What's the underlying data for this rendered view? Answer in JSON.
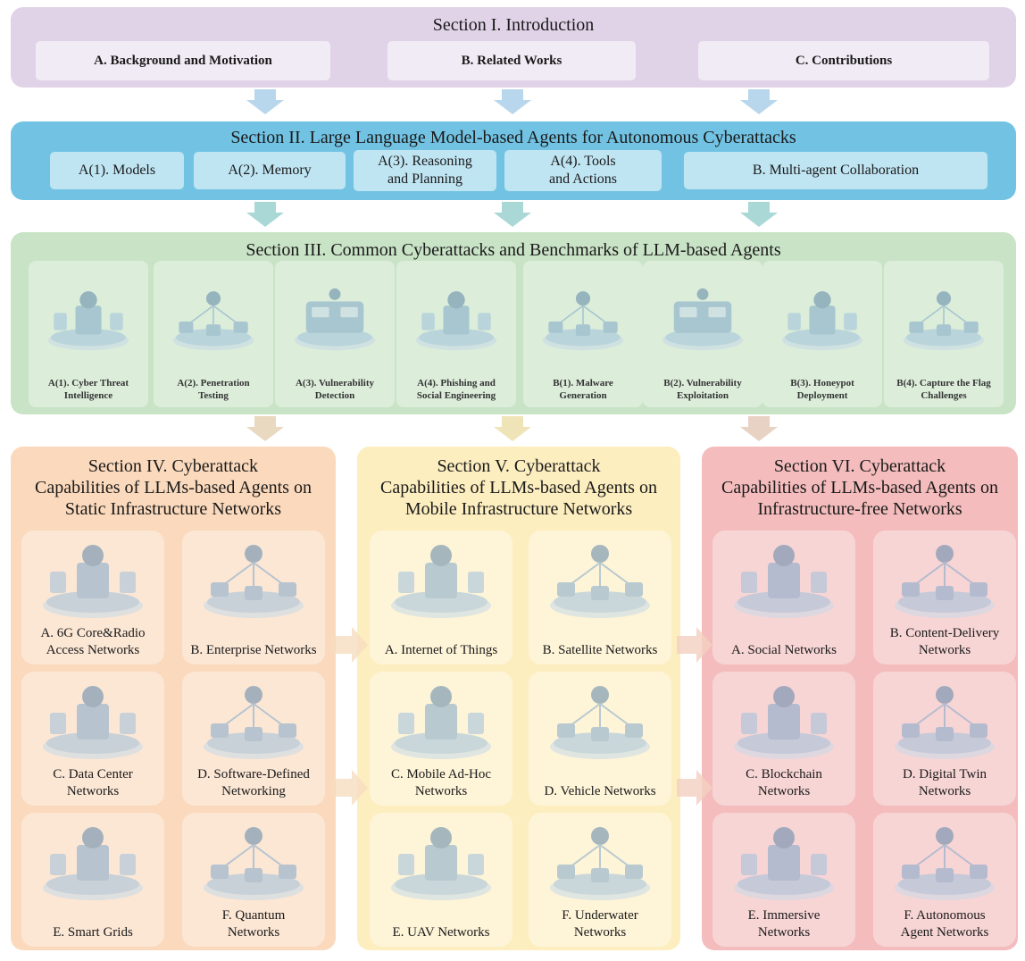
{
  "section1": {
    "title": "Section I. Introduction",
    "items": [
      "A. Background and Motivation",
      "B. Related Works",
      "C. Contributions"
    ]
  },
  "section2": {
    "title": "Section II. Large Language Model-based Agents for Autonomous Cyberattacks",
    "items": [
      "A(1). Models",
      "A(2). Memory",
      "A(3). Reasoning\nand Planning",
      "A(4). Tools\nand Actions",
      "B. Multi-agent Collaboration"
    ]
  },
  "section3": {
    "title": "Section III. Common Cyberattacks and Benchmarks of LLM-based Agents",
    "items": [
      {
        "label": "A(1). Cyber Threat\nIntelligence",
        "icon": "robot-intel-icon"
      },
      {
        "label": "A(2). Penetration\nTesting",
        "icon": "laptop-bug-icon"
      },
      {
        "label": "A(3). Vulnerability\nDetection",
        "icon": "shield-magnifier-icon"
      },
      {
        "label": "A(4). Phishing and\nSocial Engineering",
        "icon": "phishing-people-icon"
      },
      {
        "label": "B(1). Malware\nGeneration",
        "icon": "malware-robot-icon"
      },
      {
        "label": "B(2). Vulnerability\nExploitation",
        "icon": "exploit-arrows-icon"
      },
      {
        "label": "B(3). Honeypot\nDeployment",
        "icon": "honeypot-database-icon"
      },
      {
        "label": "B(4). Capture the Flag\nChallenges",
        "icon": "ctf-flag-icon"
      }
    ]
  },
  "section4": {
    "title": "Section IV. Cyberattack\nCapabilities of LLMs-based Agents on\nStatic Infrastructure Networks",
    "cards": [
      {
        "label": "A. 6G Core&Radio\nAccess Networks",
        "icon": "radio-tower-icon"
      },
      {
        "label": "B. Enterprise Networks",
        "icon": "enterprise-network-icon"
      },
      {
        "label": "C. Data Center\nNetworks",
        "icon": "data-center-icon"
      },
      {
        "label": "D. Software-Defined\nNetworking",
        "icon": "sdn-network-icon"
      },
      {
        "label": "E. Smart Grids",
        "icon": "power-grid-icon"
      },
      {
        "label": "F. Quantum\nNetworks",
        "icon": "quantum-network-icon"
      }
    ]
  },
  "section5": {
    "title": "Section V. Cyberattack\nCapabilities of LLMs-based Agents on\nMobile Infrastructure Networks",
    "cards": [
      {
        "label": "A. Internet of Things",
        "icon": "iot-cloud-icon"
      },
      {
        "label": "B. Satellite Networks",
        "icon": "satellite-icon"
      },
      {
        "label": "C. Mobile Ad-Hoc\nNetworks",
        "icon": "mobile-adhoc-icon"
      },
      {
        "label": "D. Vehicle Networks",
        "icon": "vehicle-icon"
      },
      {
        "label": "E. UAV Networks",
        "icon": "drone-icon"
      },
      {
        "label": "F. Underwater\nNetworks",
        "icon": "underwater-icon"
      }
    ]
  },
  "section6": {
    "title": "Section VI. Cyberattack\nCapabilities of LLMs-based Agents on\nInfrastructure-free Networks",
    "cards": [
      {
        "label": "A. Social Networks",
        "icon": "social-network-icon"
      },
      {
        "label": "B. Content-Delivery\nNetworks",
        "icon": "cdn-cloud-icon"
      },
      {
        "label": "C. Blockchain\nNetworks",
        "icon": "blockchain-icon"
      },
      {
        "label": "D. Digital Twin\nNetworks",
        "icon": "digital-twin-icon"
      },
      {
        "label": "E. Immersive\nNetworks",
        "icon": "vr-headset-icon"
      },
      {
        "label": "F. Autonomous\nAgent Networks",
        "icon": "agent-network-icon"
      }
    ]
  },
  "colors": {
    "section1_bg": "#e0d3e8",
    "section2_bg": "#72c3e3",
    "section3_bg": "#c9e3c6",
    "section4_bg": "#fbd9bc",
    "section5_bg": "#fdeec0",
    "section6_bg": "#f4bcbc",
    "arrow_blue": "#b8d7ec",
    "arrow_teal": "#a9d8d6",
    "arrow_tan": "#e8d9c0"
  }
}
